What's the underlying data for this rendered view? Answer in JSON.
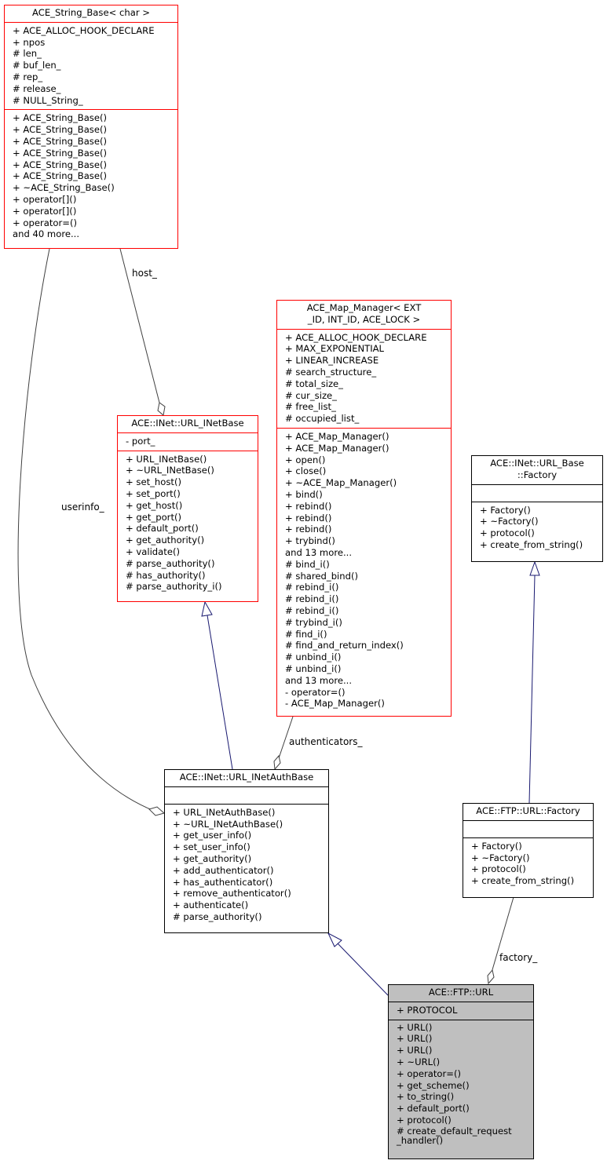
{
  "classes": {
    "string_base": {
      "title": "ACE_String_Base< char >",
      "attributes": [
        "+ ACE_ALLOC_HOOK_DECLARE",
        "+ npos",
        "# len_",
        "# buf_len_",
        "# rep_",
        "# release_",
        "# NULL_String_"
      ],
      "methods": [
        "+ ACE_String_Base()",
        "+ ACE_String_Base()",
        "+ ACE_String_Base()",
        "+ ACE_String_Base()",
        "+ ACE_String_Base()",
        "+ ACE_String_Base()",
        "+ ~ACE_String_Base()",
        "+ operator[]()",
        "+ operator[]()",
        "+ operator=()",
        "and 40 more..."
      ]
    },
    "map_manager": {
      "title": "ACE_Map_Manager< EXT\n_ID, INT_ID, ACE_LOCK >",
      "attributes": [
        "+ ACE_ALLOC_HOOK_DECLARE",
        "+ MAX_EXPONENTIAL",
        "+ LINEAR_INCREASE",
        "# search_structure_",
        "# total_size_",
        "# cur_size_",
        "# free_list_",
        "# occupied_list_"
      ],
      "methods": [
        "+ ACE_Map_Manager()",
        "+ ACE_Map_Manager()",
        "+ open()",
        "+ close()",
        "+ ~ACE_Map_Manager()",
        "+ bind()",
        "+ rebind()",
        "+ rebind()",
        "+ rebind()",
        "+ trybind()",
        "and 13 more...",
        "# bind_i()",
        "# shared_bind()",
        "# rebind_i()",
        "# rebind_i()",
        "# rebind_i()",
        "# trybind_i()",
        "# find_i()",
        "# find_and_return_index()",
        "# unbind_i()",
        "# unbind_i()",
        "and 13 more...",
        "- operator=()",
        "- ACE_Map_Manager()"
      ]
    },
    "url_inetbase": {
      "title": "ACE::INet::URL_INetBase",
      "attributes": [
        "- port_"
      ],
      "methods": [
        "+ URL_INetBase()",
        "+ ~URL_INetBase()",
        "+ set_host()",
        "+ set_port()",
        "+ get_host()",
        "+ get_port()",
        "+ default_port()",
        "+ get_authority()",
        "+ validate()",
        "# parse_authority()",
        "# has_authority()",
        "# parse_authority_i()"
      ]
    },
    "url_base_factory": {
      "title": "ACE::INet::URL_Base\n::Factory",
      "attributes": [],
      "methods": [
        "+ Factory()",
        "+ ~Factory()",
        "+ protocol()",
        "+ create_from_string()"
      ]
    },
    "url_inetauthbase": {
      "title": "ACE::INet::URL_INetAuthBase",
      "attributes": [],
      "methods": [
        "+ URL_INetAuthBase()",
        "+ ~URL_INetAuthBase()",
        "+ get_user_info()",
        "+ set_user_info()",
        "+ get_authority()",
        "+ add_authenticator()",
        "+ has_authenticator()",
        "+ remove_authenticator()",
        "+ authenticate()",
        "# parse_authority()"
      ]
    },
    "ftp_url_factory": {
      "title": "ACE::FTP::URL::Factory",
      "attributes": [],
      "methods": [
        "+ Factory()",
        "+ ~Factory()",
        "+ protocol()",
        "+ create_from_string()"
      ]
    },
    "ftp_url": {
      "title": "ACE::FTP::URL",
      "attributes": [
        "+ PROTOCOL"
      ],
      "methods": [
        "+ URL()",
        "+ URL()",
        "+ URL()",
        "+ ~URL()",
        "+ operator=()",
        "+ get_scheme()",
        "+ to_string()",
        "+ default_port()",
        "+ protocol()",
        "# create_default_request\n_handler()"
      ]
    }
  },
  "edge_labels": {
    "host": "host_",
    "userinfo": "userinfo_",
    "authenticators": "authenticators_",
    "factory": "factory_"
  },
  "colors": {
    "template_border": "#ff0000",
    "class_border": "#000000",
    "focus_fill": "#bfbfbf",
    "inheritance_edge": "#191970",
    "usage_edge": "#404040"
  }
}
